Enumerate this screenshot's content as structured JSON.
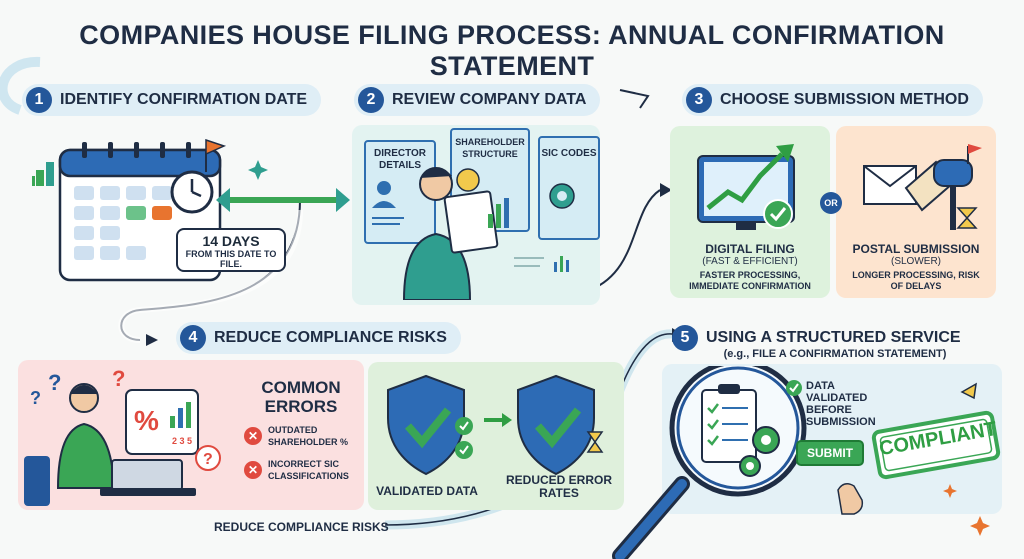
{
  "title": "COMPANIES HOUSE FILING PROCESS: ANNUAL CONFIRMATION STATEMENT",
  "colors": {
    "accent": "#24579a",
    "green": "#3aa655",
    "red": "#e04a3f",
    "orange": "#e8742f",
    "teal": "#2f9e8f"
  },
  "steps": {
    "s1": {
      "num": "1",
      "title": "IDENTIFY CONFIRMATION DATE",
      "note": "14 DAYS",
      "note_sub": "FROM THIS DATE TO FILE."
    },
    "s2": {
      "num": "2",
      "title": "REVIEW COMPANY DATA",
      "cards": [
        "DIRECTOR DETAILS",
        "SHAREHOLDER STRUCTURE",
        "SIC CODES"
      ]
    },
    "s3": {
      "num": "3",
      "title": "CHOOSE SUBMISSION METHOD",
      "or": "OR",
      "digital": {
        "title": "DIGITAL FILING",
        "sub": "(FAST & EFFICIENT)",
        "desc": "FASTER PROCESSING, IMMEDIATE CONFIRMATION"
      },
      "postal": {
        "title": "POSTAL SUBMISSION",
        "sub": "(SLOWER)",
        "desc": "LONGER PROCESSING, RISK OF DELAYS"
      }
    },
    "s4": {
      "num": "4",
      "title": "REDUCE COMPLIANCE RISKS",
      "errors_title": "COMMON ERRORS",
      "errors": [
        "OUTDATED SHAREHOLDER %",
        "INCORRECT SIC CLASSIFICATIONS"
      ],
      "validated": "VALIDATED DATA",
      "reduced": "REDUCED ERROR RATES",
      "footer": "REDUCE COMPLIANCE RISKS"
    },
    "s5": {
      "num": "5",
      "title": "USING A STRUCTURED SERVICE",
      "sub": "(e.g., FILE A CONFIRMATION STATEMENT)",
      "validated": "DATA VALIDATED BEFORE SUBMISSION",
      "submit": "SUBMIT",
      "stamp": "COMPLIANT"
    }
  }
}
